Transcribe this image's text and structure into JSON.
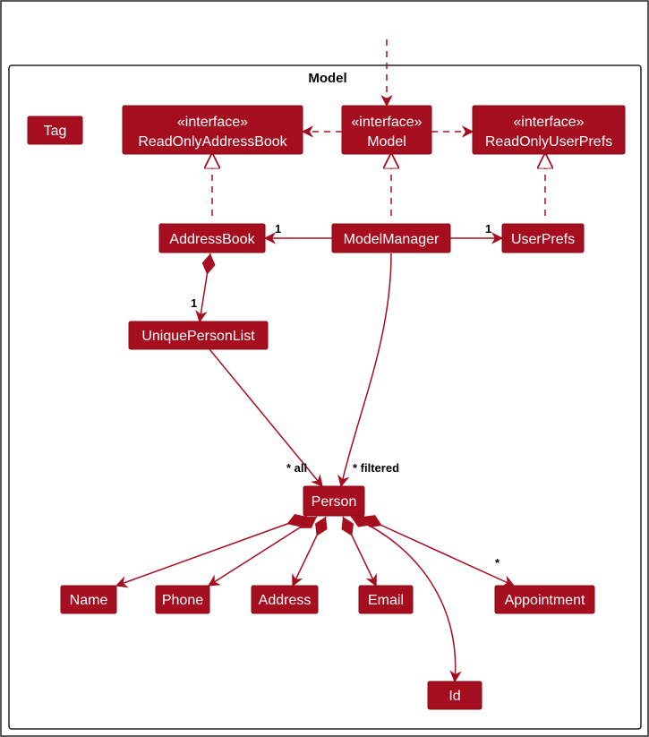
{
  "package": {
    "title": "Model"
  },
  "classes": {
    "tag": {
      "label": "Tag"
    },
    "read_only_address_book": {
      "stereotype": "«interface»",
      "label": "ReadOnlyAddressBook"
    },
    "model": {
      "stereotype": "«interface»",
      "label": "Model"
    },
    "read_only_user_prefs": {
      "stereotype": "«interface»",
      "label": "ReadOnlyUserPrefs"
    },
    "address_book": {
      "label": "AddressBook"
    },
    "model_manager": {
      "label": "ModelManager"
    },
    "user_prefs": {
      "label": "UserPrefs"
    },
    "unique_person_list": {
      "label": "UniquePersonList"
    },
    "person": {
      "label": "Person"
    },
    "name": {
      "label": "Name"
    },
    "phone": {
      "label": "Phone"
    },
    "address": {
      "label": "Address"
    },
    "email": {
      "label": "Email"
    },
    "appointment": {
      "label": "Appointment"
    },
    "id": {
      "label": "Id"
    }
  },
  "multiplicities": {
    "address_book_one": "1",
    "user_prefs_one": "1",
    "unique_person_list_one": "1",
    "all": "* all",
    "filtered": "* filtered",
    "appointment_many": "*"
  },
  "colors": {
    "class_fill": "#a50e1e",
    "edge": "#a50e1e",
    "background": "#ffffff"
  }
}
